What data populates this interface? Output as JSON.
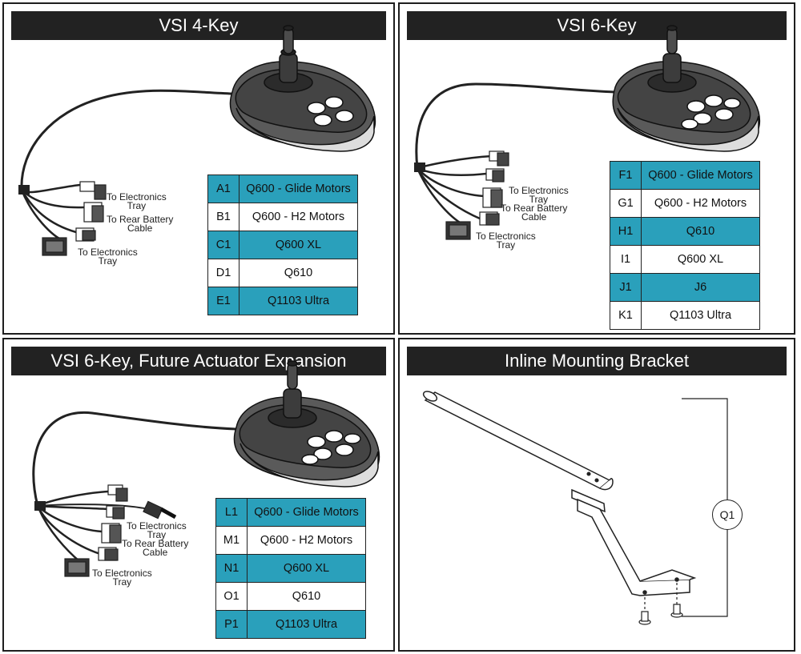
{
  "panels": [
    {
      "title": "VSI 4-Key",
      "labels": [
        "To Electronics\nTray",
        "To Rear Battery\nCable",
        "To Electronics\nTray"
      ],
      "rows": [
        {
          "code": "A1",
          "desc": "Q600 - Glide Motors"
        },
        {
          "code": "B1",
          "desc": "Q600 - H2 Motors"
        },
        {
          "code": "C1",
          "desc": "Q600 XL"
        },
        {
          "code": "D1",
          "desc": "Q610"
        },
        {
          "code": "E1",
          "desc": "Q1103 Ultra"
        }
      ]
    },
    {
      "title": "VSI 6-Key",
      "labels": [
        "To Electronics\nTray",
        "To Rear Battery\nCable",
        "To Electronics\nTray"
      ],
      "rows": [
        {
          "code": "F1",
          "desc": "Q600 - Glide Motors"
        },
        {
          "code": "G1",
          "desc": "Q600 - H2 Motors"
        },
        {
          "code": "H1",
          "desc": "Q610"
        },
        {
          "code": "I1",
          "desc": "Q600 XL"
        },
        {
          "code": "J1",
          "desc": "J6"
        },
        {
          "code": "K1",
          "desc": "Q1103 Ultra"
        }
      ]
    },
    {
      "title": "VSI 6-Key, Future Actuator Expansion",
      "labels": [
        "To Electronics\nTray",
        "To Rear Battery\nCable",
        "To Electronics\nTray"
      ],
      "rows": [
        {
          "code": "L1",
          "desc": "Q600 - Glide Motors"
        },
        {
          "code": "M1",
          "desc": "Q600 - H2 Motors"
        },
        {
          "code": "N1",
          "desc": "Q600 XL"
        },
        {
          "code": "O1",
          "desc": "Q610"
        },
        {
          "code": "P1",
          "desc": "Q1103 Ultra"
        }
      ]
    },
    {
      "title": "Inline Mounting Bracket",
      "callout": "Q1"
    }
  ],
  "colors": {
    "teal": "#2aa0bb",
    "header": "#222222",
    "border": "#1e1e1e"
  }
}
